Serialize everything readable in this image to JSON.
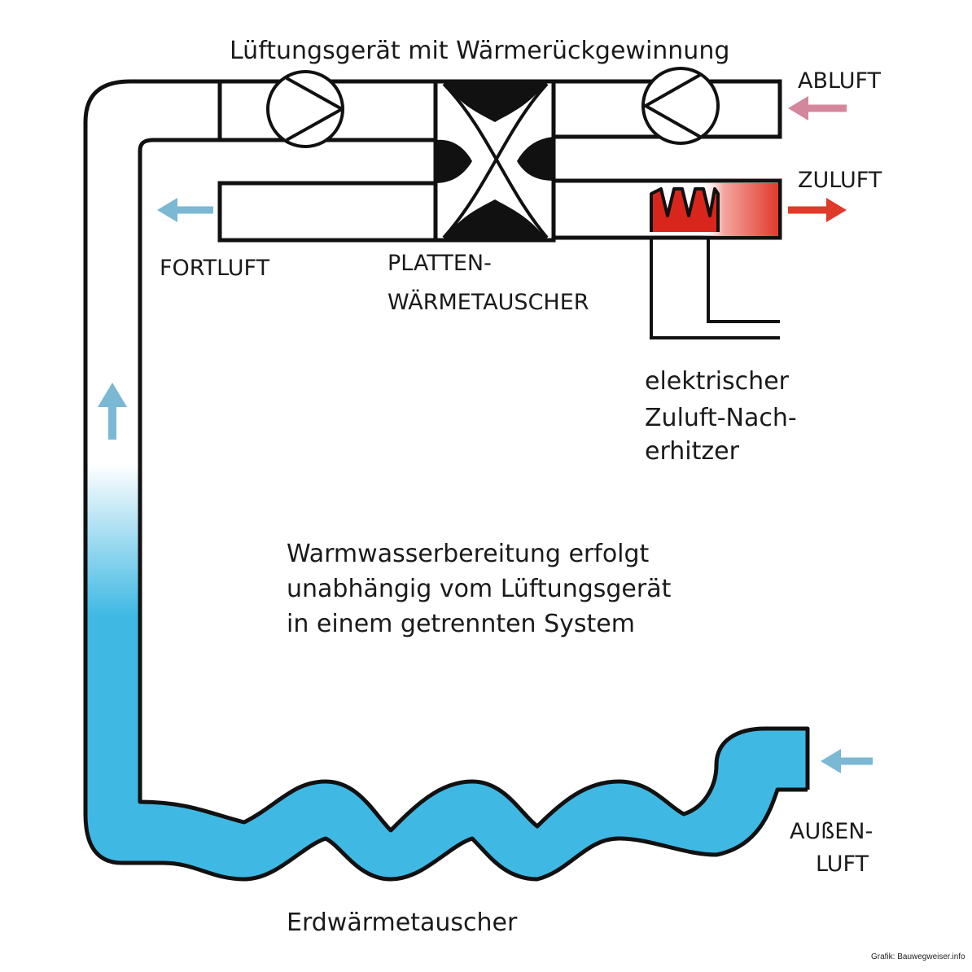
{
  "labels": {
    "title": "Lüftungsgerät mit Wärmerückgewinnung",
    "abluft": "ABLUFT",
    "zuluft": "ZULUFT",
    "fortluft": "FORTLUFT",
    "platten_line1": "PLATTEN-",
    "platten_line2": "WÄRMETAUSCHER",
    "heater_line1": "elektrischer",
    "heater_line2": "Zuluft-Nach-",
    "heater_line3": "erhitzer",
    "note_line1": "Warmwasserbereitung erfolgt",
    "note_line2": "unabhängig vom Lüftungsgerät",
    "note_line3": "in einem getrennten System",
    "aussen_line1": "AUßEN-",
    "aussen_line2": "LUFT",
    "erdwaerme": "Erdwärmetauscher",
    "credit": "Grafik: Bauwegweiser.info"
  },
  "colors": {
    "outline": "#111111",
    "cold_air": "#3fb9e4",
    "arrow_blue": "#7ab8d4",
    "arrow_pink": "#d4879c",
    "arrow_red": "#e03a2a",
    "heater": "#d9261c"
  }
}
